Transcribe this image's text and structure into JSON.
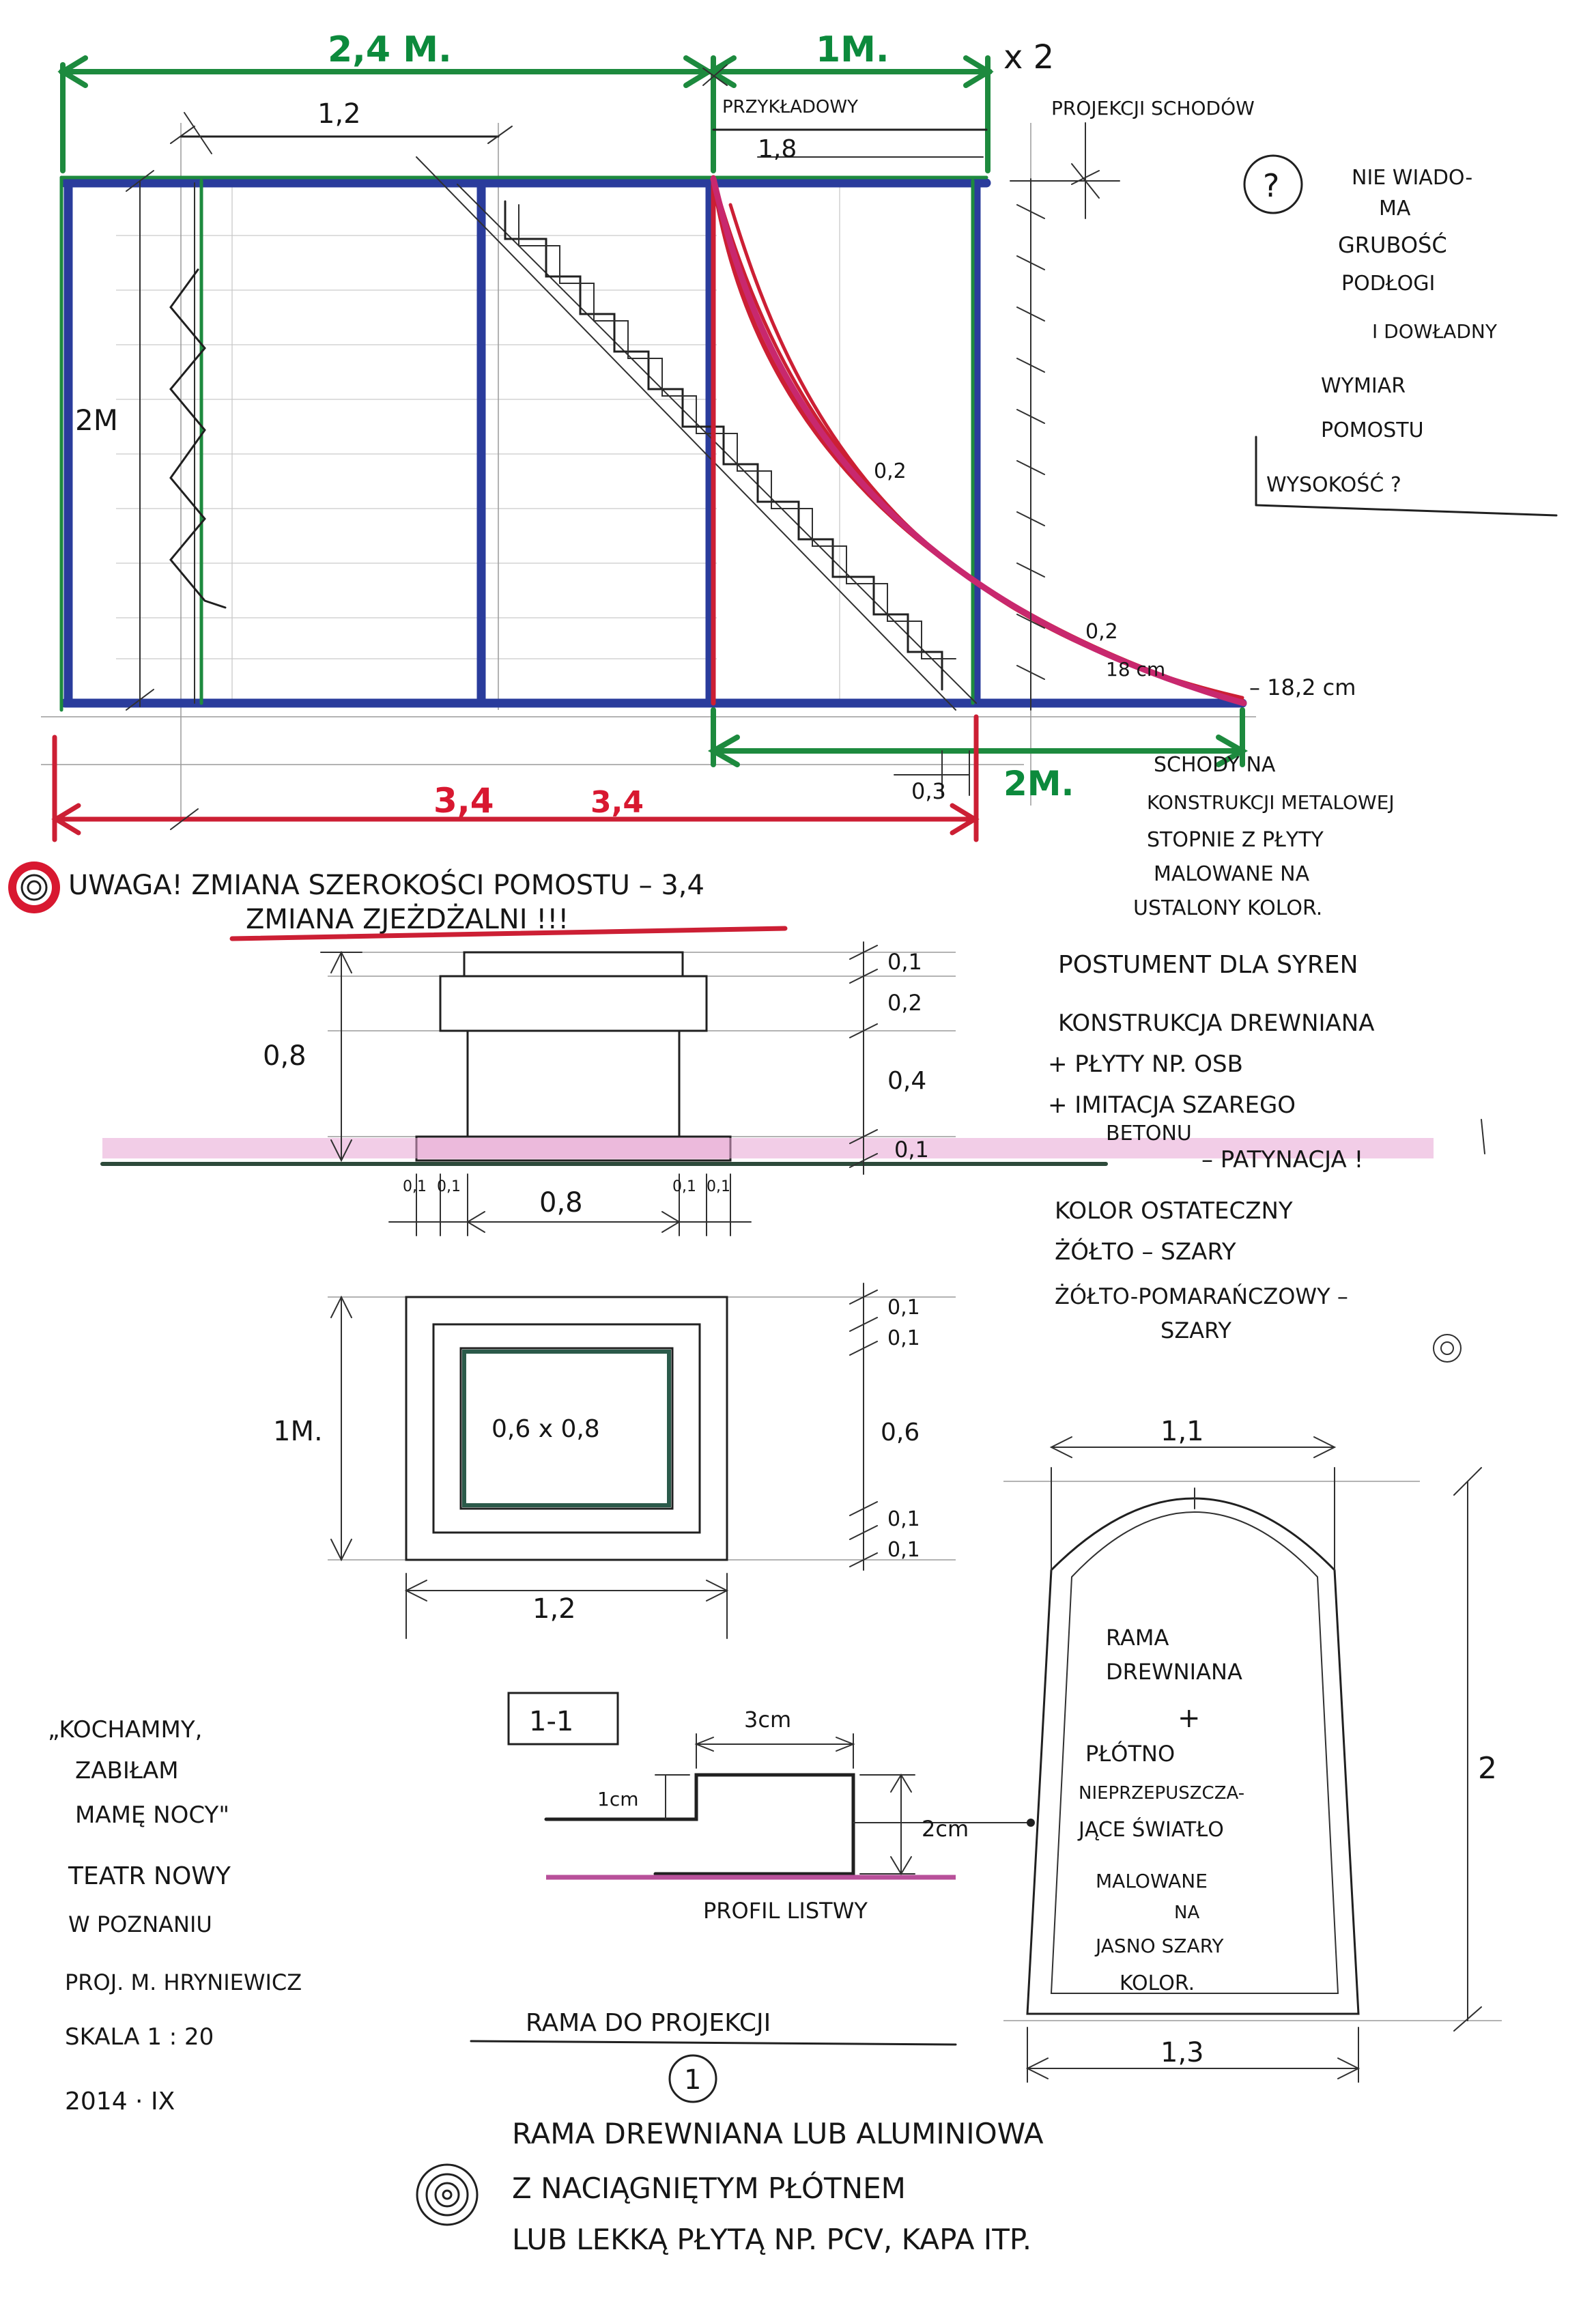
{
  "top_view": {
    "dim_green_left": "2,4 M.",
    "dim_green_right": "1M.",
    "multiplier": "x 2",
    "label_przyklad": "PRZYKŁADOWY",
    "label_projekcji": "PROJEKCJI SCHODÓW",
    "dim_1_2": "1,2",
    "dim_1_8": "1,8",
    "dim_2m_left": "2M",
    "dim_0_2": "0,2",
    "dim_0_2b": "0,2",
    "dim_18cm": "18 cm",
    "dim_18_2cm": "– 18,2 cm",
    "dim_0_3": "0,3",
    "dim_green_bottom": "2M.",
    "dim_red_a": "3,4",
    "dim_red_b": "3,4",
    "question_mark": "?"
  },
  "note_thickness": [
    "NIE WIADO-",
    "MA",
    "GRUBOŚĆ",
    "PODŁOGI",
    "I DOWŁADNY",
    "WYMIAR",
    "POMOSTU",
    "WYSOKOŚĆ ?"
  ],
  "note_stairs": [
    "SCHODY NA",
    "KONSTRUKCJI METALOWEJ",
    "STOPNIE Z PŁYTY",
    "MALOWANE NA",
    "USTALONY KOLOR."
  ],
  "warning": {
    "line1": "UWAGA! ZMIANA SZEROKOŚCI POMOSTU – 3,4",
    "line2": "ZMIANA ZJEŻDŻALNI !!!"
  },
  "pedestal": {
    "dims_right": [
      "0,1",
      "0,2",
      "0,4",
      "0,1"
    ],
    "dim_height": "0,8",
    "dim_small": [
      "0,1",
      "0,1",
      "0,1",
      "0,1"
    ],
    "dim_width": "0,8",
    "plan_dims_right": [
      "0,1",
      "0,1",
      "0,6",
      "0,1",
      "0,1"
    ],
    "plan_height": "1M.",
    "plan_inner": "0,6 x 0,8",
    "plan_width": "1,2"
  },
  "note_pedestal": [
    "POSTUMENT DLA SYREN",
    "KONSTRUKCJA DREWNIANA",
    "+ PŁYTY NP. OSB",
    "+ IMITACJA SZAREGO",
    "BETONU",
    "– PATYNACJA !",
    "KOLOR OSTATECZNY",
    "ŻÓŁTO – SZARY",
    "ŻÓŁTO-POMARAŃCZOWY –",
    "SZARY"
  ],
  "frame": {
    "dim_top": "1,1",
    "dim_side": "2",
    "dim_bottom": "1,3",
    "text": [
      "RAMA",
      "DREWNIANA",
      "+",
      "PŁÓTNO",
      "NIEPRZEPUSZCZA-",
      "JĄCE ŚWIATŁO",
      "MALOWANE",
      "NA",
      "JASNO SZARY",
      "KOLOR."
    ]
  },
  "section": {
    "tag": "1-1",
    "dim_3cm": "3cm",
    "dim_1cm": "1cm",
    "dim_2cm": "2cm",
    "label": "PROFIL LISTWY"
  },
  "frame_title": "RAMA DO PROJEKCJI",
  "frame_number": "1",
  "title_block": [
    "„KOCHAMMY,",
    "ZABIŁAM",
    "MAMĘ NOCY\"",
    "TEATR NOWY",
    "W POZNANIU",
    "PROJ. M. HRYNIEWICZ",
    "SKALA 1 : 20",
    "2014 · IX"
  ],
  "bottom_note": [
    "RAMA DREWNIANA LUB ALUMINIOWA",
    "Z NACIĄGNIĘTYM PŁÓTNEM",
    "LUB LEKKĄ PŁYTĄ NP. PCV, KAPA ITP."
  ]
}
